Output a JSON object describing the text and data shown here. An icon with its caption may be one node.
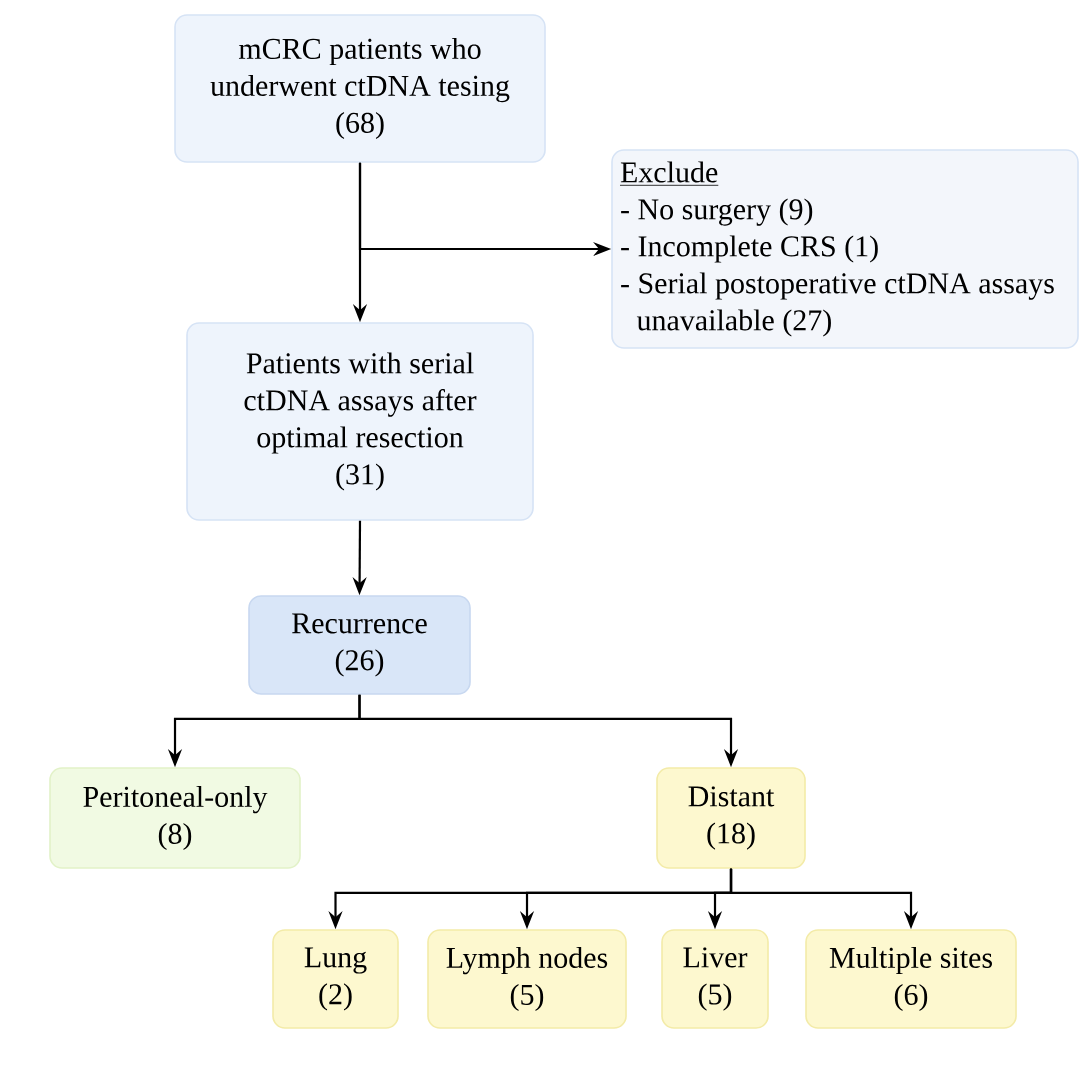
{
  "diagram": {
    "nodes": [
      {
        "text": [
          "mCRC patients who underwent ctDNA tesing",
          "(68)"
        ]
      },
      {
        "text": [
          "Exclude",
          "- No surgery (9)",
          "- Incomplete CRS (1)",
          "- Serial postoperative ctDNA assays unavailable (27)"
        ]
      },
      {
        "text": [
          "Patients with serial ctDNA assays after optimal resection",
          "(31)"
        ]
      },
      {
        "text": [
          "Recurrence",
          "(26)"
        ]
      },
      {
        "text": [
          "Peritoneal-only",
          "(8)"
        ]
      },
      {
        "text": [
          "Distant",
          "(18)"
        ]
      },
      {
        "text": [
          "Lung",
          "(2)"
        ]
      },
      {
        "text": [
          "Lymph nodes",
          "(5)"
        ]
      },
      {
        "text": [
          "Liver",
          "(5)"
        ]
      },
      {
        "text": [
          "Multiple sites",
          "(6)"
        ]
      }
    ],
    "edges": [
      {
        "from": 0,
        "to": 2,
        "arrow": "to"
      },
      {
        "from": 0,
        "to": 1,
        "arrow": "to"
      },
      {
        "from": 2,
        "to": 3,
        "arrow": "to"
      },
      {
        "from": 3,
        "to": 4,
        "arrow": "to"
      },
      {
        "from": 3,
        "to": 5,
        "arrow": "to"
      },
      {
        "from": 5,
        "to": 6,
        "arrow": "to"
      },
      {
        "from": 5,
        "to": 7,
        "arrow": "to"
      },
      {
        "from": 5,
        "to": 8,
        "arrow": "to"
      },
      {
        "from": 5,
        "to": 9,
        "arrow": "to"
      }
    ]
  }
}
